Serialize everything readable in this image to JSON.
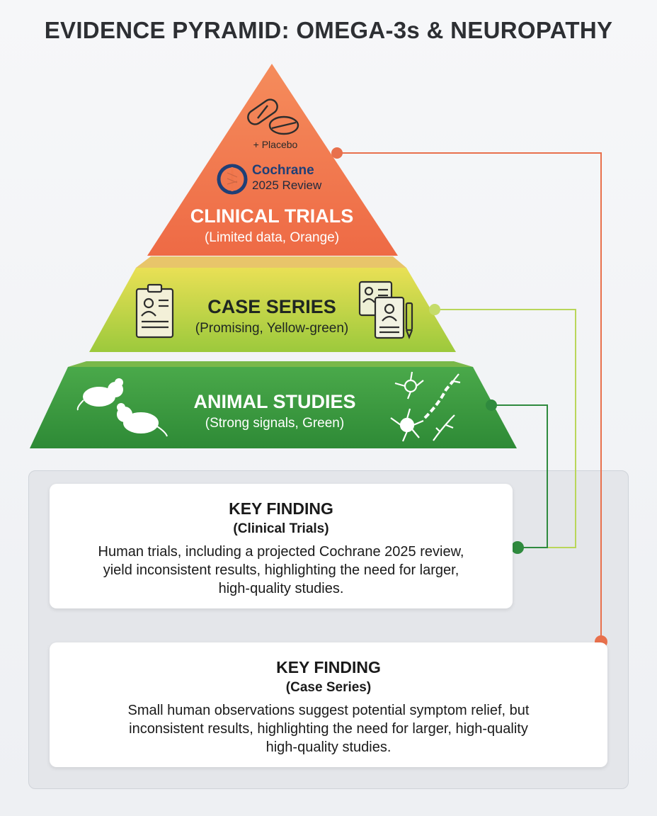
{
  "title": "EVIDENCE PYRAMID: OMEGA-3s & NEUROPATHY",
  "tiers": [
    {
      "id": "clinical",
      "title": "CLINICAL TRIALS",
      "subtitle": "(Limited data, Orange)",
      "badge": "+ Placebo",
      "logo_line1": "Cochrane",
      "logo_line2": "2025 Review",
      "color": "#f0754a",
      "icons": [
        "capsule-icon",
        "tablet-icon",
        "cochrane-logo-icon"
      ]
    },
    {
      "id": "case",
      "title": "CASE SERIES",
      "subtitle": "(Promising, Yellow-green)",
      "color": "#c6d93a",
      "icons": [
        "clipboard-icon",
        "patient-record-icon",
        "pen-icon"
      ]
    },
    {
      "id": "animal",
      "title": "ANIMAL STUDIES",
      "subtitle": "(Strong signals, Green)",
      "color": "#3e9a3e",
      "icons": [
        "mouse-icon",
        "neuron-icon"
      ]
    }
  ],
  "findings": [
    {
      "heading": "KEY FINDING",
      "subheading": "(Clinical Trials)",
      "text": "Human trials, including a projected Cochrane 2025 review,\nyield inconsistent results, highlighting the need for larger,\nhigh-quality studies."
    },
    {
      "heading": "KEY FINDING",
      "subheading": "(Case Series)",
      "text": "Small human observations suggest potential symptom relief, but\ninconsistent results, highlighting the need for larger, high-quality\nhigh-quality studies."
    }
  ],
  "connector_colors": {
    "clinical": "#e8704c",
    "case": "#b9d65a",
    "animal": "#2f8a3e"
  }
}
